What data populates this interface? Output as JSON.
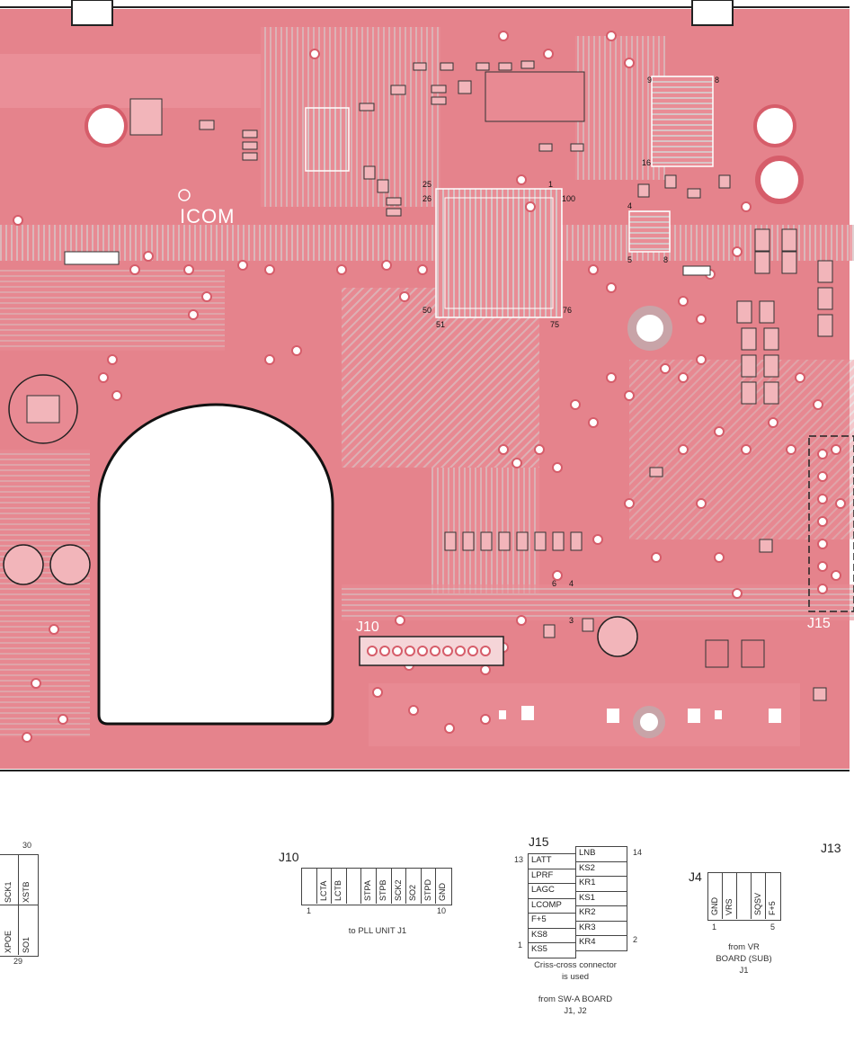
{
  "pcb": {
    "brand": "ICOM",
    "j10_label": "J10",
    "j15_label": "J15",
    "ic_pins": {
      "p1": "1",
      "p25": "25",
      "p26": "26",
      "p100": "100",
      "p50": "50",
      "p51": "51",
      "p75": "75",
      "p76": "76"
    },
    "small_pins": {
      "a9": "9",
      "a8": "8",
      "a16": "16",
      "b4": "4",
      "b5": "5",
      "b8": "8",
      "c6": "6",
      "c4": "4",
      "c3": "3"
    }
  },
  "left_conn": {
    "top_pin": "30",
    "bottom_pin": "29",
    "labels": [
      "XPOE",
      "SO1",
      "SCK1",
      "XSTB"
    ]
  },
  "j10": {
    "ref": "J10",
    "pins": [
      "",
      "LCTA",
      "LCTB",
      "",
      "STPA",
      "STPB",
      "SCK2",
      "SO2",
      "STPD",
      "GND"
    ],
    "first_pin": "1",
    "last_pin": "10",
    "caption": "to PLL UNIT J1"
  },
  "j15": {
    "ref": "J15",
    "left": [
      "LATT",
      "LPRF",
      "LAGC",
      "LCOMP",
      "F+5",
      "KS8",
      "KS5"
    ],
    "right": [
      "LNB",
      "KS2",
      "KR1",
      "KS1",
      "KR2",
      "KR3",
      "KR4"
    ],
    "pin_tl": "13",
    "pin_tr": "14",
    "pin_bl": "1",
    "pin_br": "2",
    "caption1": "Criss-cross connector",
    "caption2": "is used",
    "caption3": "from SW-A BOARD",
    "caption4": "J1, J2"
  },
  "j4": {
    "ref": "J4",
    "pins": [
      "GND",
      "VRS",
      "",
      "SQSV",
      "F+5"
    ],
    "first_pin": "1",
    "last_pin": "5",
    "caption1": "from VR",
    "caption2": "BOARD (SUB)",
    "caption3": "J1"
  },
  "j13": {
    "ref": "J13"
  },
  "colors": {
    "board": "#e6838c",
    "copper": "#f2a9b0",
    "trace": "#cfc7c8",
    "silk": "#ffffff",
    "hole": "#ffffff"
  }
}
